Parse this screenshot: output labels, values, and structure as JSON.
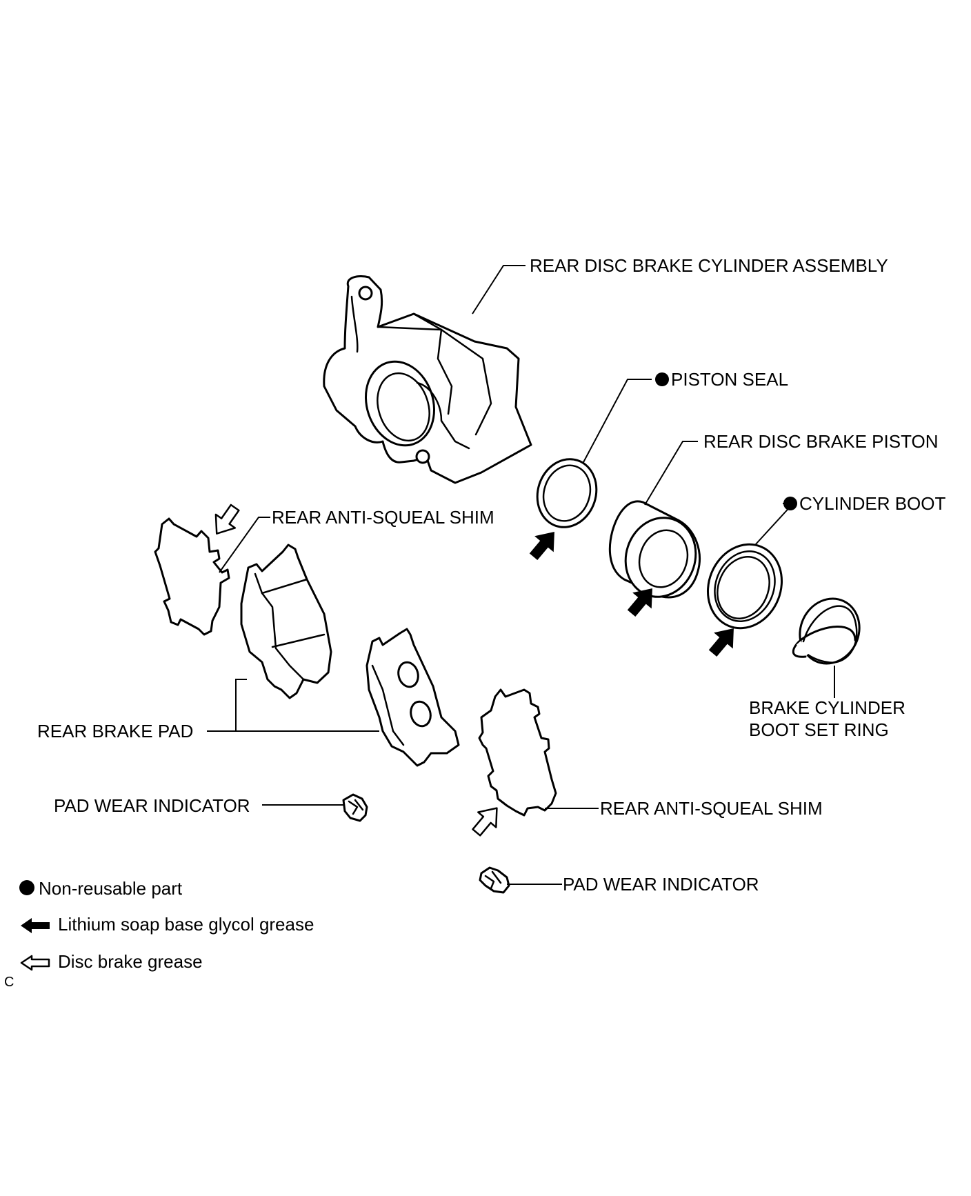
{
  "labels": {
    "cylinder_assembly": "REAR DISC BRAKE CYLINDER ASSEMBLY",
    "piston_seal": "PISTON SEAL",
    "piston": "REAR DISC BRAKE PISTON",
    "cylinder_boot": "CYLINDER BOOT",
    "set_ring_line1": "BRAKE CYLINDER",
    "set_ring_line2": "BOOT SET RING",
    "shim_upper": "REAR ANTI-SQUEAL SHIM",
    "brake_pad": "REAR BRAKE PAD",
    "wear_indicator_left": "PAD WEAR INDICATOR",
    "shim_lower": "REAR ANTI-SQUEAL SHIM",
    "wear_indicator_right": "PAD WEAR INDICATOR"
  },
  "legend": {
    "non_reusable": "Non-reusable part",
    "lithium_grease": "Lithium soap base glycol grease",
    "disc_grease": "Disc brake grease"
  },
  "corner_code": "C"
}
